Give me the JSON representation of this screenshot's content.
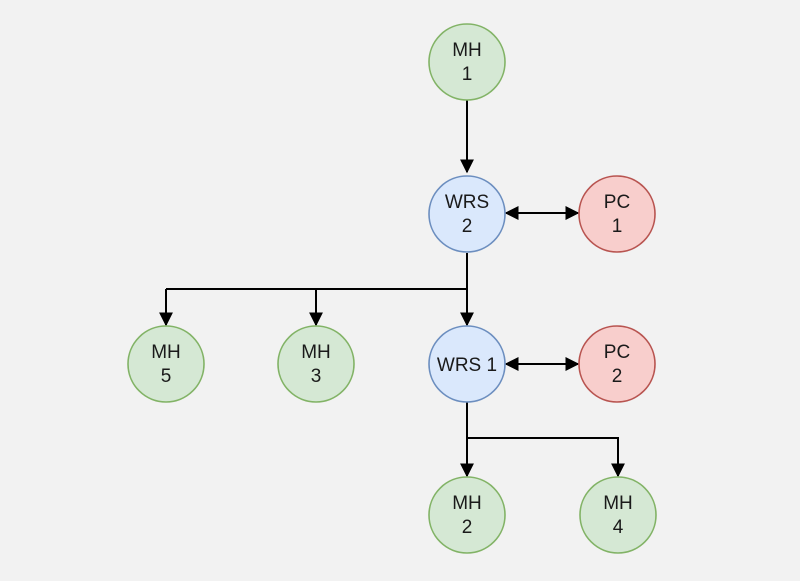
{
  "diagram": {
    "nodes": {
      "mh1": {
        "line1": "MH",
        "line2": "1",
        "kind": "mh"
      },
      "wrs2": {
        "line1": "WRS",
        "line2": "2",
        "kind": "wrs"
      },
      "pc1": {
        "line1": "PC",
        "line2": "1",
        "kind": "pc"
      },
      "mh5": {
        "line1": "MH",
        "line2": "5",
        "kind": "mh"
      },
      "mh3": {
        "line1": "MH",
        "line2": "3",
        "kind": "mh"
      },
      "wrs1": {
        "line1": "WRS 1",
        "kind": "wrs"
      },
      "pc2": {
        "line1": "PC",
        "line2": "2",
        "kind": "pc"
      },
      "mh2": {
        "line1": "MH",
        "line2": "2",
        "kind": "mh"
      },
      "mh4": {
        "line1": "MH",
        "line2": "4",
        "kind": "mh"
      }
    },
    "colors": {
      "mh": {
        "fill": "#d5e8d4",
        "stroke": "#82b366"
      },
      "wrs": {
        "fill": "#dae8fc",
        "stroke": "#6c8ebf"
      },
      "pc": {
        "fill": "#f8cecc",
        "stroke": "#b85450"
      },
      "edge": "#000000"
    }
  }
}
